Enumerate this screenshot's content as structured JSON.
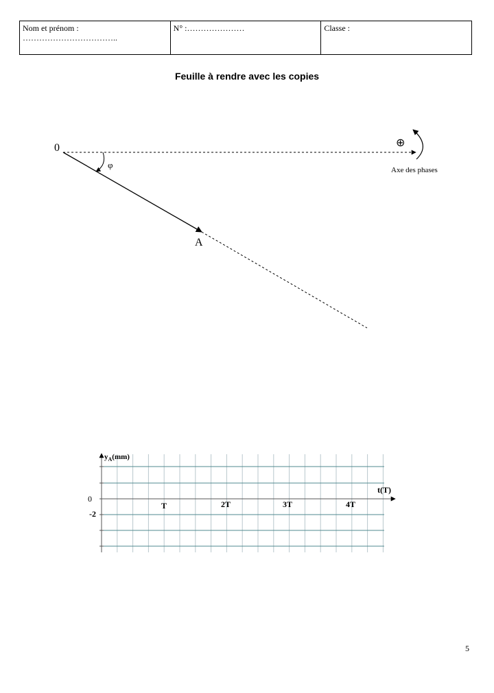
{
  "header": {
    "name_label": "Nom et prénom :",
    "name_dots": "……………………………..",
    "number_label": "N° :…………………",
    "class_label": "Classe :"
  },
  "title": "Feuille à rendre avec les copies",
  "phase_diagram": {
    "origin_label": "0",
    "angle_label": "φ",
    "point_label": "A",
    "plus_symbol": "⊕",
    "axis_label": "Axe des phases"
  },
  "chart_data": {
    "type": "line",
    "title": "",
    "ylabel": "yA(mm)",
    "ylabel_main": "y",
    "ylabel_sub": "A",
    "ylabel_unit": "(mm)",
    "xlabel": "t(T)",
    "y_tick_labels": [
      "0",
      "-2"
    ],
    "x_tick_labels": [
      "T",
      "2T",
      "3T",
      "4T"
    ],
    "grid": true,
    "series": []
  },
  "page_number": "5"
}
